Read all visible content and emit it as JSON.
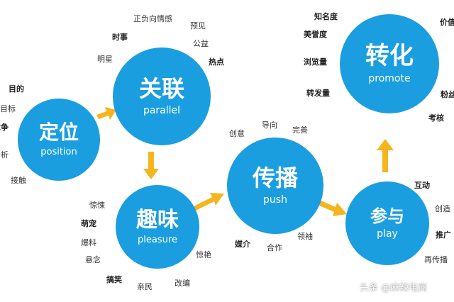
{
  "circles": {
    "position": {
      "title": "定位",
      "subtitle": "position"
    },
    "parallel": {
      "title": "关联",
      "subtitle": "parallel"
    },
    "pleasure": {
      "title": "趣味",
      "subtitle": "pleasure"
    },
    "push": {
      "title": "传播",
      "subtitle": "push"
    },
    "play": {
      "title": "参与",
      "subtitle": "play"
    },
    "promote": {
      "title": "转化",
      "subtitle": "promote"
    }
  },
  "keywords": {
    "position": [
      "目的",
      "目标",
      "竞争",
      "分析",
      "接触"
    ],
    "parallel": [
      "正负向情感",
      "预见",
      "时事",
      "公益",
      "明星",
      "热点"
    ],
    "pleasure": [
      "惊悚",
      "萌宠",
      "爆料",
      "悬念",
      "搞笑",
      "亲民",
      "改编",
      "惊艳"
    ],
    "push": [
      "创意",
      "导向",
      "完善",
      "媒介",
      "合作",
      "领袖"
    ],
    "play": [
      "互动",
      "创造",
      "推广",
      "再传播"
    ],
    "promote": [
      "知名度",
      "美誉度",
      "浏览量",
      "转发量",
      "价值",
      "粉丝",
      "考核"
    ]
  },
  "colors": {
    "circle": "#1a9ee0",
    "arrow": "#f5b51c",
    "text": "#333333"
  },
  "watermark": "头条 @麻辣电商"
}
